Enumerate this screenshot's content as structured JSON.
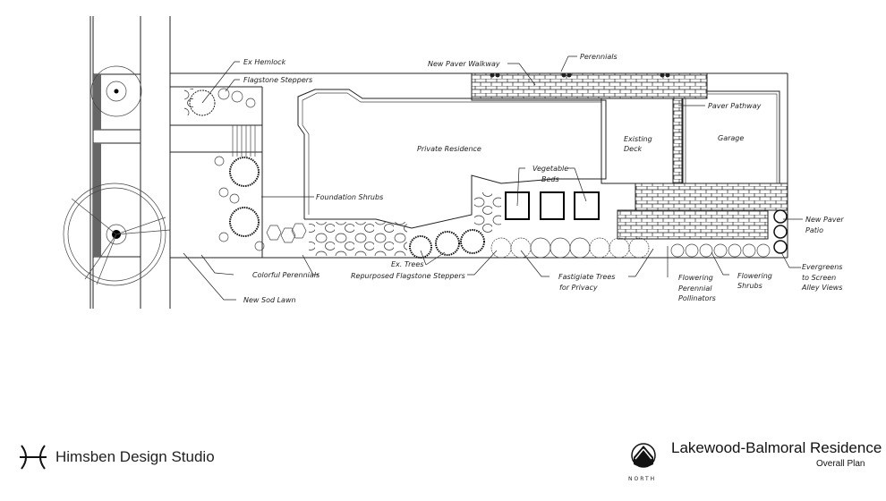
{
  "plan": {
    "labels": {
      "ex_hemlock": "Ex Hemlock",
      "flagstone_steppers": "Flagstone Steppers",
      "new_paver_walkway": "New Paver Walkway",
      "perennials": "Perennials",
      "paver_pathway": "Paver Pathway",
      "private_residence": "Private Residence",
      "existing_deck_1": "Existing",
      "existing_deck_2": "Deck",
      "garage": "Garage",
      "vegetable_beds_1": "Vegetable",
      "vegetable_beds_2": "Beds",
      "foundation_shrubs": "Foundation Shrubs",
      "new_paver_patio_1": "New Paver",
      "new_paver_patio_2": "Patio",
      "ex_trees": "Ex. Trees",
      "colorful_perennials": "Colorful Perennials",
      "repurposed_flagstone": "Repurposed Flagstone Steppers",
      "fastigiate_1": "Fastigiate Trees",
      "fastigiate_2": "for Privacy",
      "flowering_perennial_1": "Flowering",
      "flowering_perennial_2": "Perennial",
      "flowering_perennial_3": "Pollinators",
      "flowering_shrubs_1": "Flowering",
      "flowering_shrubs_2": "Shrubs",
      "evergreens_1": "Evergreens",
      "evergreens_2": "to Screen",
      "evergreens_3": "Alley Views",
      "new_sod_lawn": "New Sod Lawn"
    }
  },
  "footer": {
    "studio_name": "Himsben Design Studio",
    "project_title": "Lakewood-Balmoral Residence",
    "sheet_title": "Overall Plan",
    "north_label": "NORTH"
  }
}
